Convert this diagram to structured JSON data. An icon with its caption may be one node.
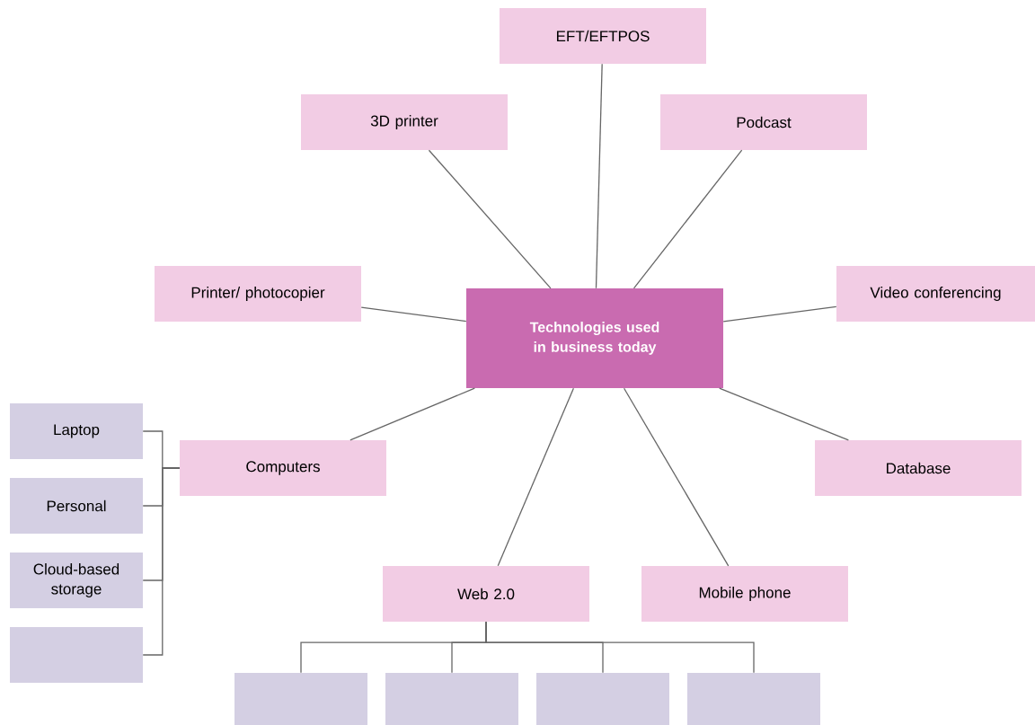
{
  "diagram": {
    "nodes": [
      {
        "text": [
          "Technologies used in business today"
        ]
      },
      {
        "text": [
          "EFT/EFTPOS"
        ]
      },
      {
        "text": [
          "3D printer"
        ]
      },
      {
        "text": [
          "Podcast"
        ]
      },
      {
        "text": [
          "Printer/ photocopier"
        ]
      },
      {
        "text": [
          "Video conferencing"
        ]
      },
      {
        "text": [
          "Computers"
        ]
      },
      {
        "text": [
          "Database"
        ]
      },
      {
        "text": [
          "Web 2.0"
        ]
      },
      {
        "text": [
          "Mobile phone"
        ]
      },
      {
        "text": [
          "Laptop"
        ]
      },
      {
        "text": [
          "Personal"
        ]
      },
      {
        "text": [
          "Cloud-based storage"
        ]
      },
      {
        "text": [],
        "shape": "box"
      },
      {
        "text": [],
        "shape": "box"
      },
      {
        "text": [],
        "shape": "box"
      },
      {
        "text": [],
        "shape": "box"
      },
      {
        "text": [],
        "shape": "box"
      }
    ],
    "edges": [
      {
        "from": 0,
        "to": 1,
        "arrow": "none"
      },
      {
        "from": 0,
        "to": 2,
        "arrow": "none"
      },
      {
        "from": 0,
        "to": 3,
        "arrow": "none"
      },
      {
        "from": 0,
        "to": 4,
        "arrow": "none"
      },
      {
        "from": 0,
        "to": 5,
        "arrow": "none"
      },
      {
        "from": 0,
        "to": 6,
        "arrow": "none"
      },
      {
        "from": 0,
        "to": 7,
        "arrow": "none"
      },
      {
        "from": 0,
        "to": 8,
        "arrow": "none"
      },
      {
        "from": 0,
        "to": 9,
        "arrow": "none"
      },
      {
        "from": 6,
        "to": 10,
        "arrow": "none"
      },
      {
        "from": 6,
        "to": 11,
        "arrow": "none"
      },
      {
        "from": 6,
        "to": 12,
        "arrow": "none"
      },
      {
        "from": 6,
        "to": 13,
        "arrow": "none"
      },
      {
        "from": 8,
        "to": 14,
        "arrow": "none"
      },
      {
        "from": 8,
        "to": 15,
        "arrow": "none"
      },
      {
        "from": 8,
        "to": 16,
        "arrow": "none"
      },
      {
        "from": 8,
        "to": 17,
        "arrow": "none"
      }
    ]
  }
}
